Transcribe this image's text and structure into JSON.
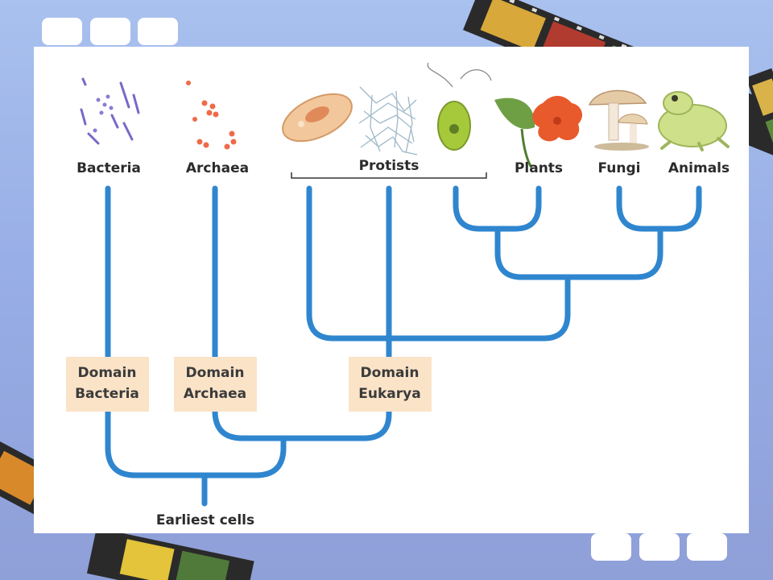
{
  "diagram": {
    "top_labels": {
      "bacteria": "Bacteria",
      "archaea": "Archaea",
      "protists": "Protists",
      "plants": "Plants",
      "fungi": "Fungi",
      "animals": "Animals"
    },
    "domains": {
      "bacteria": [
        "Domain",
        "Bacteria"
      ],
      "archaea": [
        "Domain",
        "Archaea"
      ],
      "eukarya": [
        "Domain",
        "Eukarya"
      ]
    },
    "root_label": "Earliest cells"
  },
  "colors": {
    "branch": "#2f86cf",
    "domain_box": "#fbe3c8",
    "background_top": "#a9c1ee",
    "background_bottom": "#8f9fd8"
  },
  "icons": [
    "bacteria-icon",
    "archaea-icon",
    "paramecium-icon",
    "slime-mold-icon",
    "euglena-icon",
    "plant-flower-icon",
    "mushroom-icon",
    "frog-icon",
    "film-strip"
  ]
}
